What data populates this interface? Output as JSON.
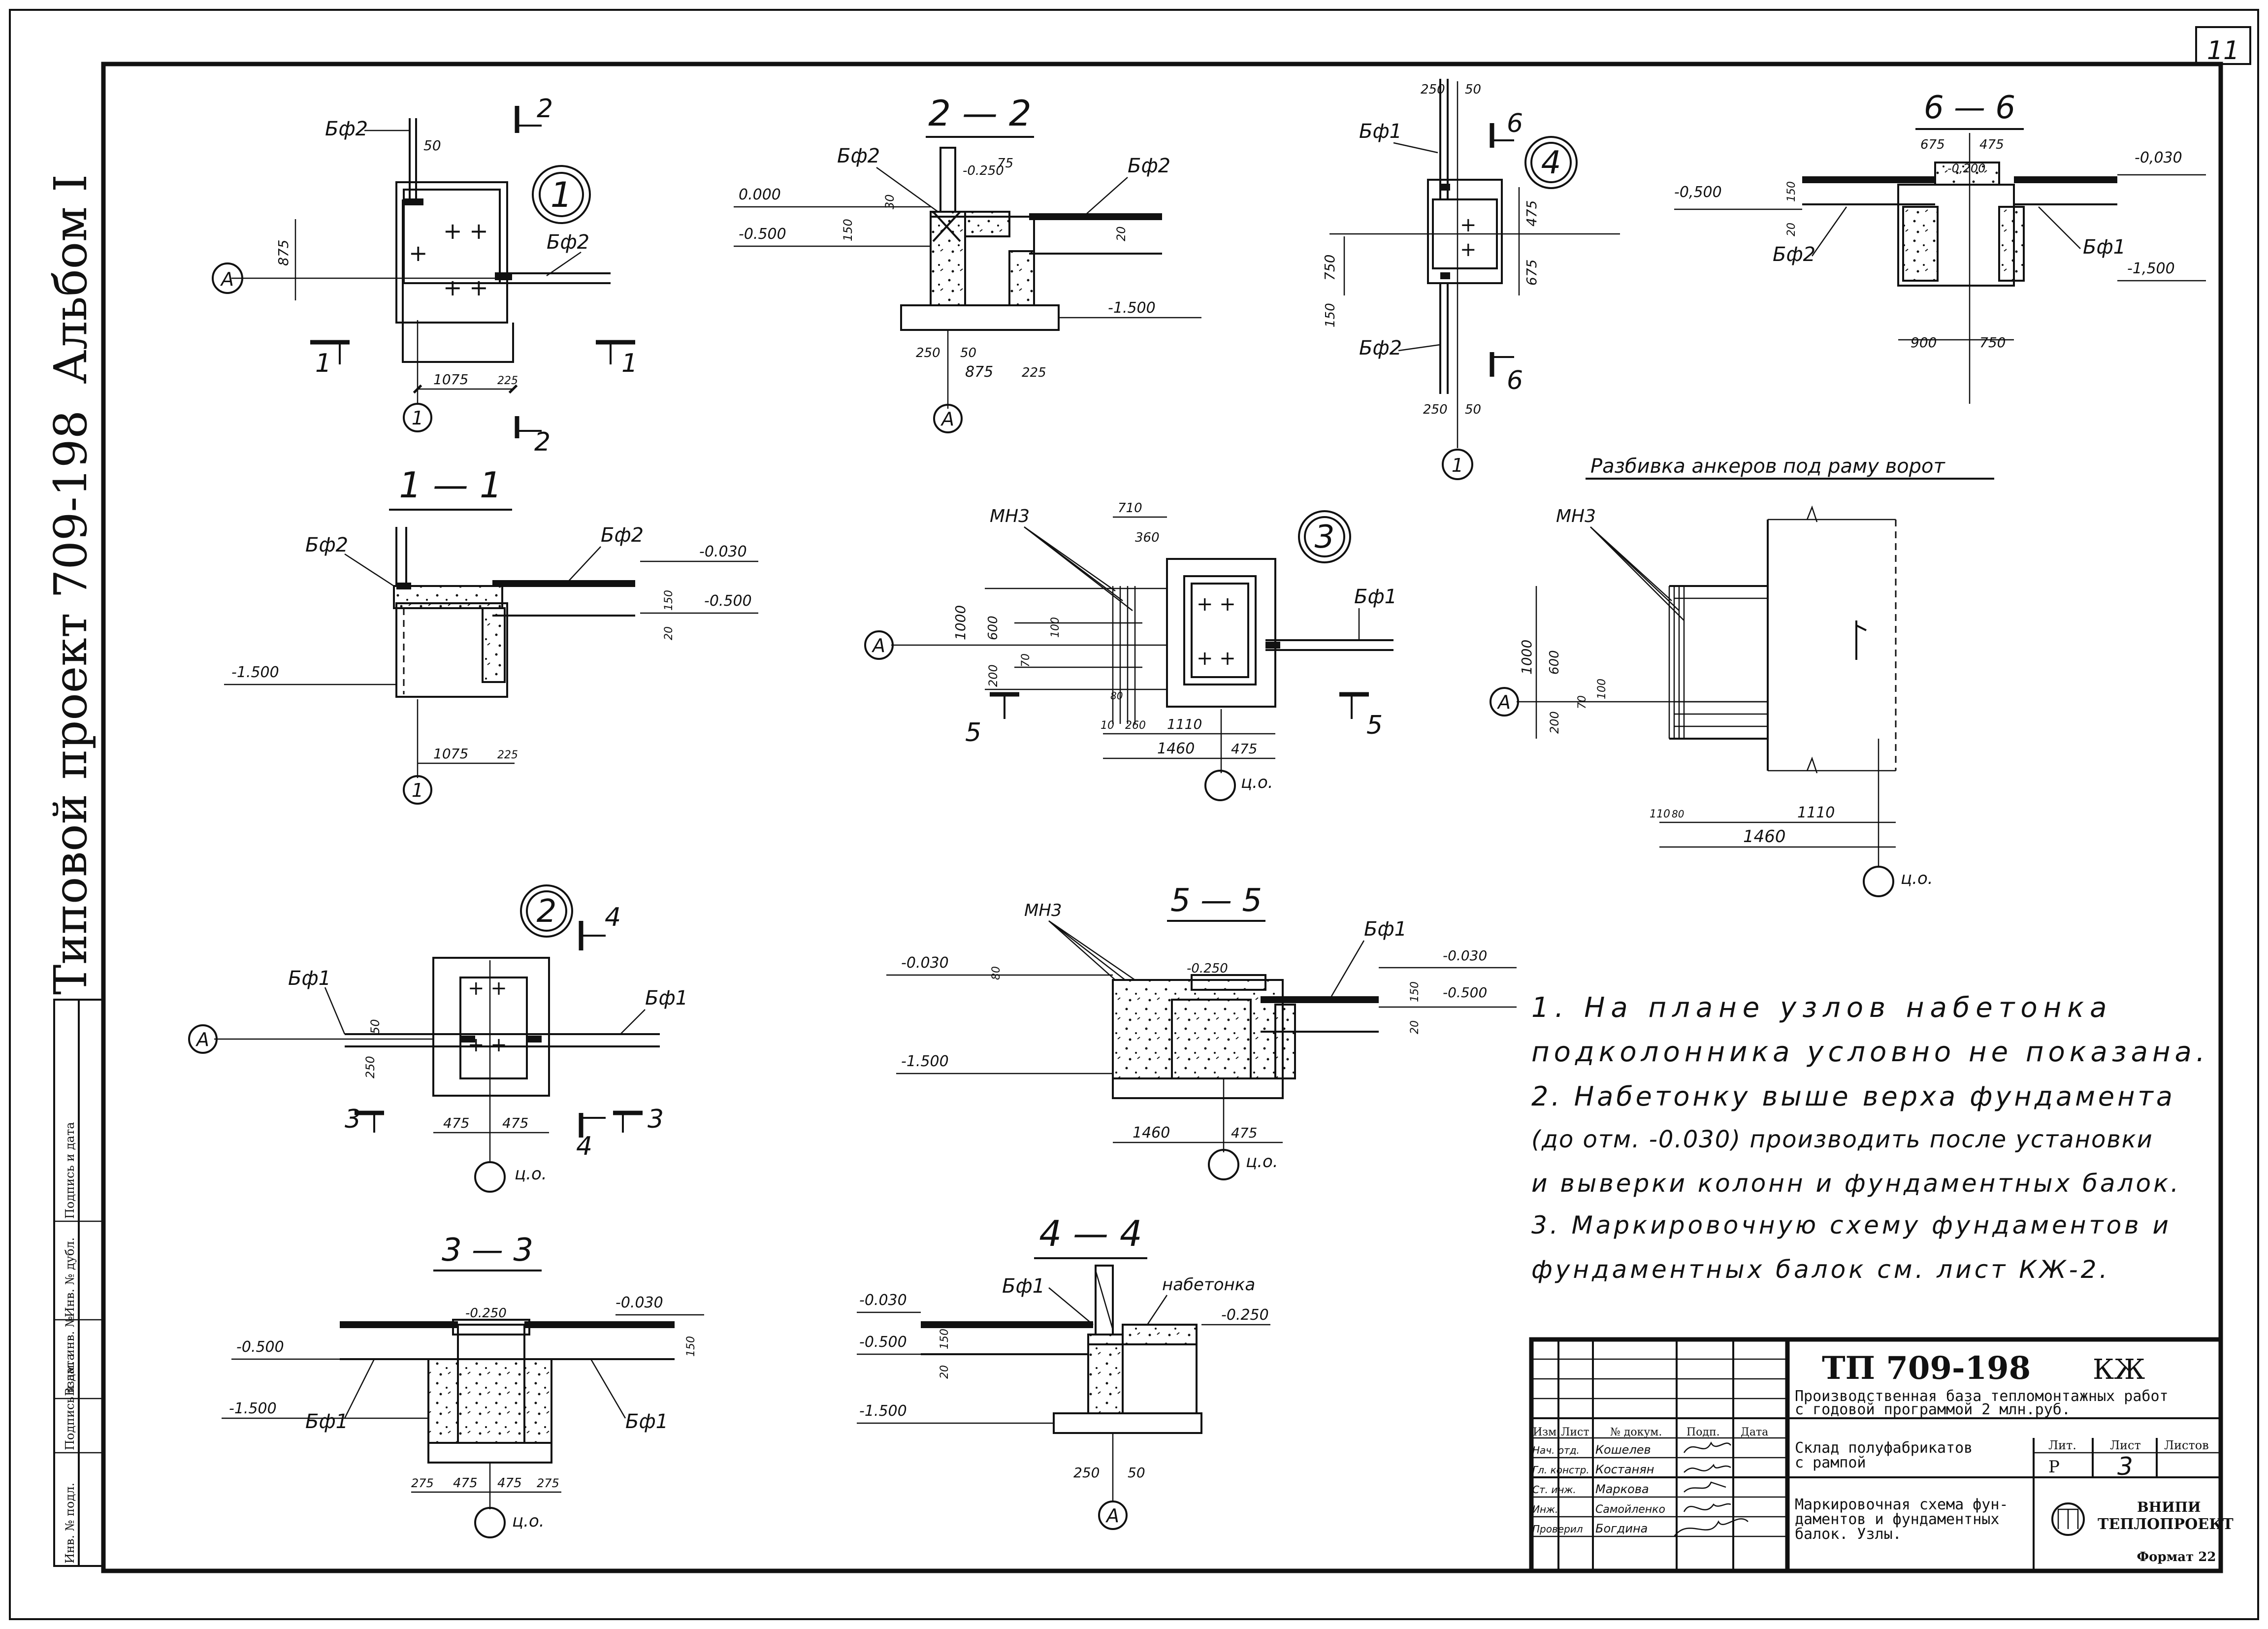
{
  "sheet": {
    "sheet_number": "11",
    "format": "Формат 22"
  },
  "margin_stamp": {
    "album": "Альбом I",
    "project": "Типовой проект 709-198",
    "fields": [
      "Инв. № подл.",
      "Подпись и дата",
      "Взам. инв. №",
      "Инв. № дубл.",
      "Подпись и дата"
    ]
  },
  "labels": {
    "bf1": "Бф1",
    "bf2": "Бф2",
    "mn3": "МН3",
    "axis_a": "А",
    "axis_1": "1",
    "zero": "ц.о.",
    "node1": "1",
    "node2": "2",
    "node3": "3",
    "node4": "4",
    "sec_1_1": "1 — 1",
    "sec_2_2": "2 — 2",
    "sec_3_3": "3 — 3",
    "sec_4_4": "4 — 4",
    "sec_5_5": "5 — 5",
    "sec_6_6": "6 — 6",
    "cut1": "1",
    "cut2": "2",
    "cut3": "3",
    "cut4": "4",
    "cut5": "5",
    "cut6": "6",
    "anchor_title": "Разбивка анкеров под раму ворот",
    "nabetonka": "набетонка"
  },
  "levels": {
    "l000": "0.000",
    "l050": "-0.500",
    "l0500": "-0,500",
    "l150": "-1.500",
    "l030": "-0.030",
    "l0030": "-0,030",
    "l025": "-0.250",
    "l0250": "-0,250",
    "l0200": "-0,200",
    "l1500": "-1,500"
  },
  "dims": {
    "d875": "875",
    "d1075": "1075",
    "d225": "225",
    "d250": "250",
    "d50": "50",
    "d75": "75",
    "d30": "30",
    "d20": "20",
    "d150": "150",
    "d200": "200",
    "d100": "100",
    "d475": "475",
    "d675": "675",
    "d750": "750",
    "d900": "900",
    "d1000": "1000",
    "d600": "600",
    "d710": "710",
    "d360": "360",
    "d1110": "1110",
    "d1460": "1460",
    "d260": "260",
    "d10": "10",
    "d80": "80",
    "d70": "70",
    "d275": "275",
    "d110": "110"
  },
  "notes": [
    "1. На плане узлов набетонка",
    "подколонника условно не показана.",
    "2. Набетонку выше верха фундамента",
    "(до отм. -0.030) производить после установки",
    "и выверки колонн и фундаментных балок.",
    "3. Маркировочную схему фундаментов и",
    "фундаментных балок см. лист КЖ-2."
  ],
  "title_block": {
    "code": "ТП 709-198",
    "mark": "КЖ",
    "object": "Производственная база тепломонтажных работ с годовой программой 2 млн.руб.",
    "object_l1": "Производственная база тепломонтажных работ",
    "object_l2": "с годовой программой 2 млн.руб.",
    "building_l1": "Склад полуфабрикатов",
    "building_l2": "с рампой",
    "sheet_l1": "Маркировочная схема фун-",
    "sheet_l2": "даментов и фундаментных",
    "sheet_l3": "балок. Узлы.",
    "col_izm": "Изм",
    "col_list": "Лист",
    "col_doc": "№ докум.",
    "col_sign": "Подп.",
    "col_date": "Дата",
    "lit_h": "Лит.",
    "list_h": "Лист",
    "listov_h": "Листов",
    "lit": "Р",
    "list": "3",
    "org_l1": "ВНИПИ",
    "org_l2": "ТЕПЛОПРОЕКТ",
    "people": [
      {
        "role": "Нач. отд.",
        "name": "Кошелев"
      },
      {
        "role": "Гл. констр.",
        "name": "Костанян"
      },
      {
        "role": "Ст. инж.",
        "name": "Маркова"
      },
      {
        "role": "Инж.",
        "name": "Самойленко"
      },
      {
        "role": "Проверил",
        "name": "Богдина"
      }
    ]
  }
}
